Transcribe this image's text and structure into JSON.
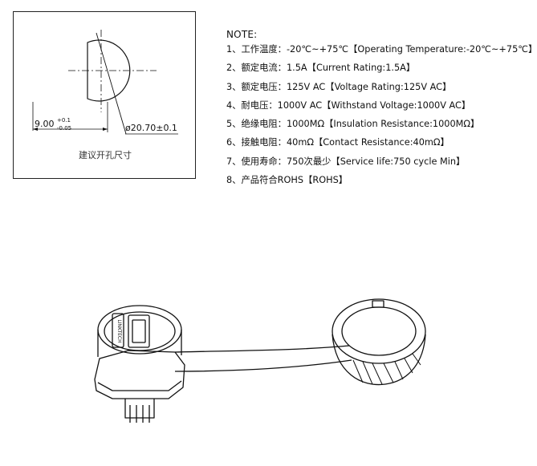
{
  "cutout": {
    "tolerance_value": "9.00",
    "tolerance_upper": "+0.1",
    "tolerance_lower": "-0.05",
    "diameter": "ø20.70±0.1",
    "caption": "建议开孔尺寸"
  },
  "notes": {
    "title": "NOTE:",
    "items": [
      "1、工作温度：-20℃~+75℃【Operating Temperature:-20℃~+75℃】",
      "2、额定电流：1.5A【Current Rating:1.5A】",
      "3、额定电压：125V AC【Voltage Rating:125V AC】",
      "4、耐电压：1000V AC【Withstand Voltage:1000V AC】",
      "5、绝缘电阻：1000MΩ【Insulation Resistance:1000MΩ】",
      "6、接触电阻：40mΩ【Contact Resistance:40mΩ】",
      "7、使用寿命：750次最少【Service life:750 cycle Min】",
      "8、产品符合ROHS【ROHS】"
    ]
  },
  "product": {
    "body_marking": "LINKTECH"
  }
}
